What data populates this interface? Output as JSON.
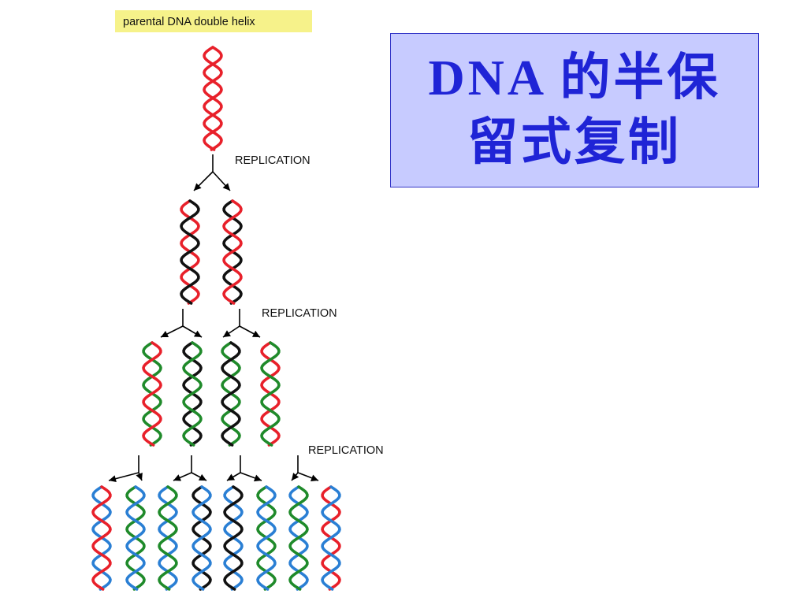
{
  "title": {
    "line1": "DNA 的半保",
    "line2": "留式复制"
  },
  "labels": {
    "parental": "parental DNA double helix",
    "replication_1": "REPLICATION",
    "replication_2": "REPLICATION",
    "replication_3": "REPLICATION"
  },
  "colors": {
    "parental_strand": "#e8202a",
    "gen1_new_strand": "#111111",
    "gen2_new_strand": "#1f8a2a",
    "gen3_new_strand": "#2a7fd4",
    "title_text": "#1f24d6",
    "title_box_bg": "#c7cbff",
    "label_highlight": "#f6f28a"
  },
  "generations": [
    {
      "name": "parent",
      "helices": [
        [
          "parental_strand",
          "parental_strand"
        ]
      ]
    },
    {
      "name": "generation-1",
      "helices": [
        [
          "gen1_new_strand",
          "parental_strand"
        ],
        [
          "parental_strand",
          "gen1_new_strand"
        ]
      ]
    },
    {
      "name": "generation-2",
      "helices": [
        [
          "parental_strand",
          "gen2_new_strand"
        ],
        [
          "gen2_new_strand",
          "gen1_new_strand"
        ],
        [
          "gen1_new_strand",
          "gen2_new_strand"
        ],
        [
          "gen2_new_strand",
          "parental_strand"
        ]
      ]
    },
    {
      "name": "generation-3",
      "helices": [
        [
          "parental_strand",
          "gen3_new_strand"
        ],
        [
          "gen3_new_strand",
          "gen2_new_strand"
        ],
        [
          "gen2_new_strand",
          "gen3_new_strand"
        ],
        [
          "gen3_new_strand",
          "gen1_new_strand"
        ],
        [
          "gen1_new_strand",
          "gen3_new_strand"
        ],
        [
          "gen3_new_strand",
          "gen2_new_strand"
        ],
        [
          "gen2_new_strand",
          "gen3_new_strand"
        ],
        [
          "gen3_new_strand",
          "parental_strand"
        ]
      ]
    }
  ]
}
